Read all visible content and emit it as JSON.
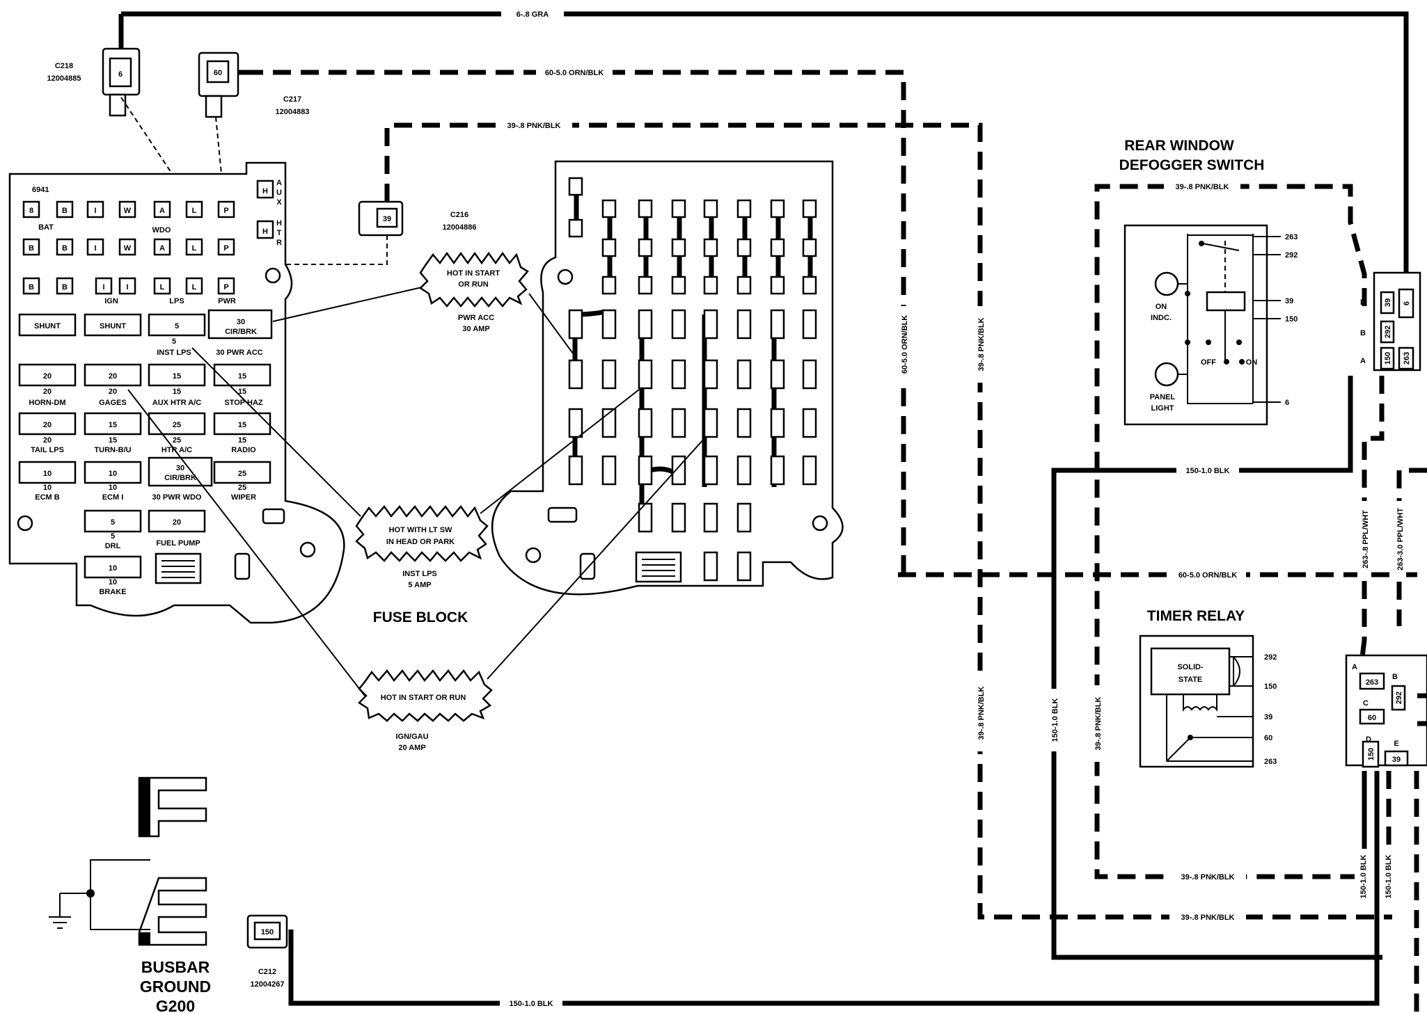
{
  "diagram": {
    "fuse_block_title": "FUSE BLOCK",
    "fuse_block_id": "6941",
    "connectors": {
      "c218": {
        "name": "C218",
        "part": "12004885",
        "pin": "6"
      },
      "c217": {
        "name": "C217",
        "part": "12004883",
        "pin": "60"
      },
      "c216": {
        "name": "C216",
        "part": "12004886",
        "pin": "39"
      },
      "c212": {
        "name": "C212",
        "part": "12004267",
        "pin": "150"
      }
    },
    "wires": {
      "w6_gra": "6-.8 GRA",
      "w60_orn_top": "60-5.0 ORN/BLK",
      "w39_pnk_top": "39-.8 PNK/BLK",
      "w60_orn_vert": "60-5.0 ORN/BLK",
      "w39_pnk_vert": "39-.8 PNK/BLK",
      "w60_orn_mid": "60-5.0 ORN/BLK",
      "w150_blk_mid": "150-1.0 BLK",
      "w150_blk_bottom": "150-1.0 BLK",
      "w39_pnk_lower_vert": "39-.8 PNK/BLK",
      "w150_blk_lower_vert": "150-1.0 BLK",
      "w39_pnk_inner_vert": "39-.8 PNK/BLK",
      "w39_pnk_timer_bottom": "39-.8 PNK/BLK",
      "w39_pnk_bottom": "39-.8 PNK/BLK",
      "w39_pnk_defog_top": "39-.8 PNK/BLK",
      "w263_ppl": "263-.8 PPL/WHT",
      "w263_ppl_30": "263-3.0 PPL/WHT",
      "w150_blk_a": "150-1.0 BLK",
      "w150_blk_b": "150-1.0 BLK"
    },
    "aux_htr": [
      "A",
      "U",
      "X",
      "H",
      "T",
      "R"
    ],
    "fuse_rows": {
      "row1": [
        "8",
        "B",
        "I",
        "W",
        "A",
        "L",
        "P"
      ],
      "row1_labels": {
        "bat": "BAT",
        "wdo": "WDO"
      },
      "row2": [
        "B",
        "B",
        "I",
        "W",
        "A",
        "L",
        "P"
      ],
      "row3": [
        "B",
        "B",
        "I",
        "I",
        "L",
        "L",
        "P"
      ],
      "row3_labels": {
        "ign": "IGN",
        "lps": "LPS",
        "pwr": "PWR"
      }
    },
    "fuses": [
      {
        "id": "shunt1",
        "value": "SHUNT",
        "label": ""
      },
      {
        "id": "shunt2",
        "value": "SHUNT",
        "label": ""
      },
      {
        "id": "inst",
        "value": "5",
        "sub": "5",
        "label": "INST LPS"
      },
      {
        "id": "cirbrk1",
        "value": "30",
        "sub": "CIR/BRK",
        "label": "30 PWR ACC"
      },
      {
        "id": "horn",
        "value": "20",
        "sub": "20",
        "label": "HORN-DM"
      },
      {
        "id": "gages",
        "value": "20",
        "sub": "20",
        "label": "GAGES"
      },
      {
        "id": "auxhtr",
        "value": "15",
        "sub": "15",
        "label": "AUX HTR A/C"
      },
      {
        "id": "stop",
        "value": "15",
        "sub": "15",
        "label": "STOP HAZ"
      },
      {
        "id": "tail",
        "value": "20",
        "sub": "20",
        "label": "TAIL LPS"
      },
      {
        "id": "turn",
        "value": "15",
        "sub": "15",
        "label": "TURN-B/U"
      },
      {
        "id": "htrac",
        "value": "25",
        "sub": "25",
        "label": "HTR A/C"
      },
      {
        "id": "radio",
        "value": "15",
        "sub": "15",
        "label": "RADIO"
      },
      {
        "id": "ecmb",
        "value": "10",
        "sub": "10",
        "label": "ECM B"
      },
      {
        "id": "ecmi",
        "value": "10",
        "sub": "10",
        "label": "ECM I"
      },
      {
        "id": "cirbrk2",
        "value": "30",
        "sub": "CIR/BRK",
        "label": "30 PWR WDO"
      },
      {
        "id": "wiper",
        "value": "25",
        "sub": "25",
        "label": "WIPER"
      },
      {
        "id": "drl",
        "value": "5",
        "sub": "5",
        "label": "DRL"
      },
      {
        "id": "fuel",
        "value": "20",
        "sub": "",
        "label": "FUEL PUMP"
      },
      {
        "id": "brake",
        "value": "10",
        "sub": "10",
        "label": "BRAKE"
      }
    ],
    "callouts": {
      "start_run_1": [
        "HOT IN START",
        "OR RUN"
      ],
      "pwr_acc": [
        "PWR ACC",
        "30 AMP"
      ],
      "lt_sw": [
        "HOT WITH LT SW",
        "IN HEAD OR PARK"
      ],
      "inst_lps": [
        "INST LPS",
        "5 AMP"
      ],
      "start_run_2": [
        "HOT IN START OR RUN"
      ],
      "ign_gau": [
        "IGN/GAU",
        "20 AMP"
      ]
    },
    "defogger": {
      "title1": "REAR WINDOW",
      "title2": "DEFOGGER SWITCH",
      "on_indc1": "ON",
      "on_indc2": "INDC.",
      "panel1": "PANEL",
      "panel2": "LIGHT",
      "off": "OFF",
      "on": "ON",
      "pins": [
        "263",
        "292",
        "39",
        "150",
        "6"
      ],
      "conn_letters": [
        "D",
        "B",
        "A"
      ],
      "conn_pins": [
        "39",
        "6",
        "292",
        "150",
        "263"
      ]
    },
    "timer": {
      "title": "TIMER RELAY",
      "solid1": "SOLID-",
      "solid2": "STATE",
      "pins": [
        "292",
        "150",
        "39",
        "60",
        "263"
      ],
      "conn_letters": [
        "A",
        "B",
        "C",
        "D",
        "E"
      ],
      "conn_pins": [
        "263",
        "292",
        "60",
        "150",
        "39"
      ]
    },
    "ground": {
      "line1": "BUSBAR",
      "line2": "GROUND",
      "line3": "G200"
    }
  }
}
